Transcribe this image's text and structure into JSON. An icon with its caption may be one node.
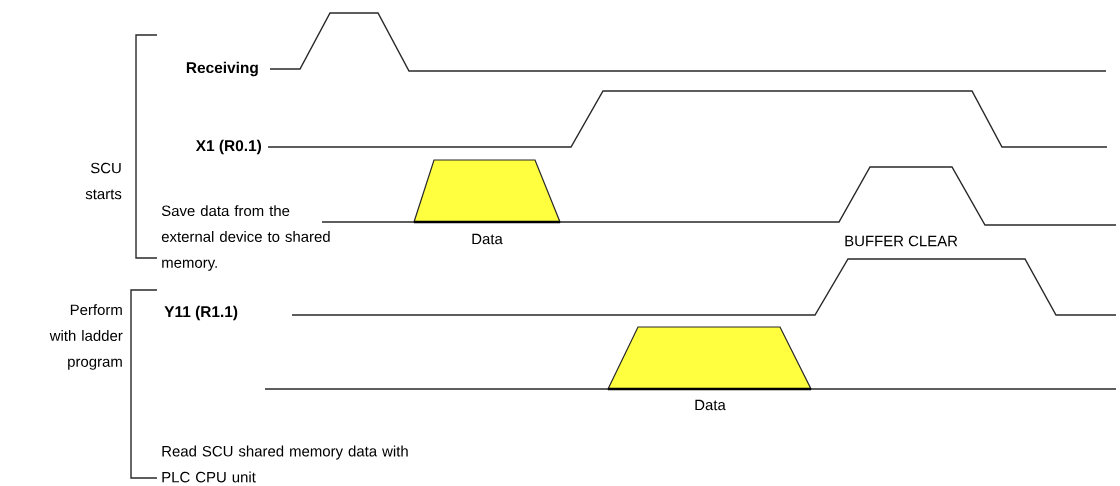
{
  "diagram": {
    "labels": [
      "Receiving",
      "X1 (R0.1)",
      "SCU starts",
      "Save data from the external device to shared memory.",
      "Data",
      "BUFFER CLEAR",
      "Y11 (R1.1)",
      "Perform with ladder program",
      "Data",
      "Read SCU shared memory data with PLC CPU unit"
    ]
  }
}
